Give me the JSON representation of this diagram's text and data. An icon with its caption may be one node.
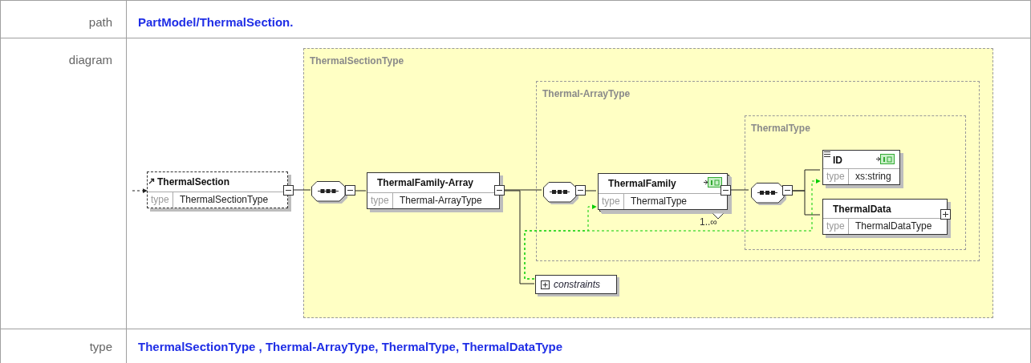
{
  "diagram": {
    "nodes": [
      {
        "text": [
          "ThermalSectionType"
        ]
      },
      {
        "text": [
          "ThermalSection",
          "type",
          "ThermalSectionType"
        ]
      },
      {
        "text": [],
        "shape": "octagon",
        "in": 0
      },
      {
        "text": [
          "ThermalFamily-Array",
          "type",
          "Thermal-ArrayType"
        ],
        "in": 0
      },
      {
        "text": [
          "Thermal-ArrayType"
        ],
        "in": 0
      },
      {
        "text": [],
        "shape": "octagon",
        "in": 4
      },
      {
        "text": [
          "ThermalFamily",
          "type",
          "ThermalType"
        ],
        "in": 4,
        "beside": [
          "1..∞"
        ]
      },
      {
        "text": [
          "ThermalType"
        ],
        "in": 4
      },
      {
        "text": [],
        "shape": "octagon",
        "in": 7
      },
      {
        "text": [
          "ID",
          "type",
          "xs:string"
        ],
        "in": 7
      },
      {
        "text": [
          "ThermalData",
          "type",
          "ThermalDataType"
        ],
        "in": 7
      },
      {
        "text": [
          "constraints"
        ],
        "in": 0
      }
    ],
    "edges": [
      {
        "from": null,
        "to": 1,
        "arrow": "to",
        "style": "dashed"
      },
      {
        "from": 1,
        "to": 2,
        "arrow": "none"
      },
      {
        "from": 2,
        "to": 3,
        "arrow": "none"
      },
      {
        "from": 3,
        "to": 5,
        "arrow": "none"
      },
      {
        "from": 3,
        "to": 11,
        "arrow": "none"
      },
      {
        "from": 5,
        "to": 6,
        "arrow": "none"
      },
      {
        "from": 6,
        "to": 8,
        "arrow": "none"
      },
      {
        "from": 8,
        "to": 9,
        "arrow": "none"
      },
      {
        "from": 8,
        "to": 10,
        "arrow": "none"
      },
      {
        "from": 11,
        "to": 6,
        "arrow": "to",
        "style": "dashed",
        "color": "#00cc00"
      },
      {
        "from": 11,
        "to": 9,
        "arrow": "to",
        "style": "dashed",
        "color": "#00cc00"
      }
    ],
    "labels": [
      "path",
      "PartModel/ThermalSection.",
      "diagram",
      "type",
      "ThermalSectionType , Thermal-ArrayType, ThermalType, ThermalDataType"
    ]
  }
}
